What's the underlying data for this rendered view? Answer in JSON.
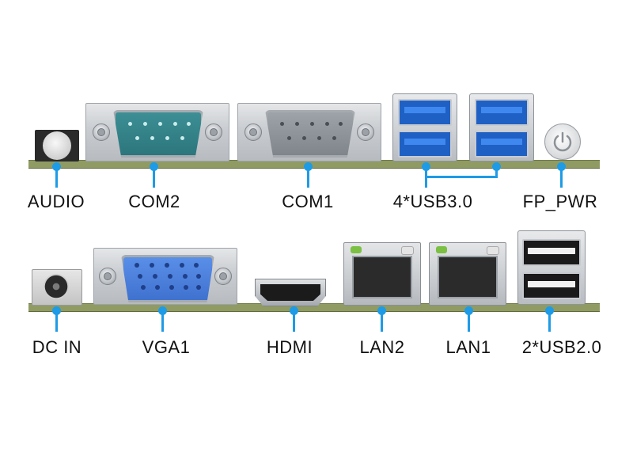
{
  "accent_color": "#1e9be6",
  "top_row": {
    "labels": {
      "audio": "AUDIO",
      "com2": "COM2",
      "com1": "COM1",
      "usb3": "4*USB3.0",
      "fp_pwr": "FP_PWR"
    }
  },
  "bottom_row": {
    "labels": {
      "dc_in": "DC IN",
      "vga1": "VGA1",
      "hdmi": "HDMI",
      "lan2": "LAN2",
      "lan1": "LAN1",
      "usb2": "2*USB2.0"
    }
  }
}
